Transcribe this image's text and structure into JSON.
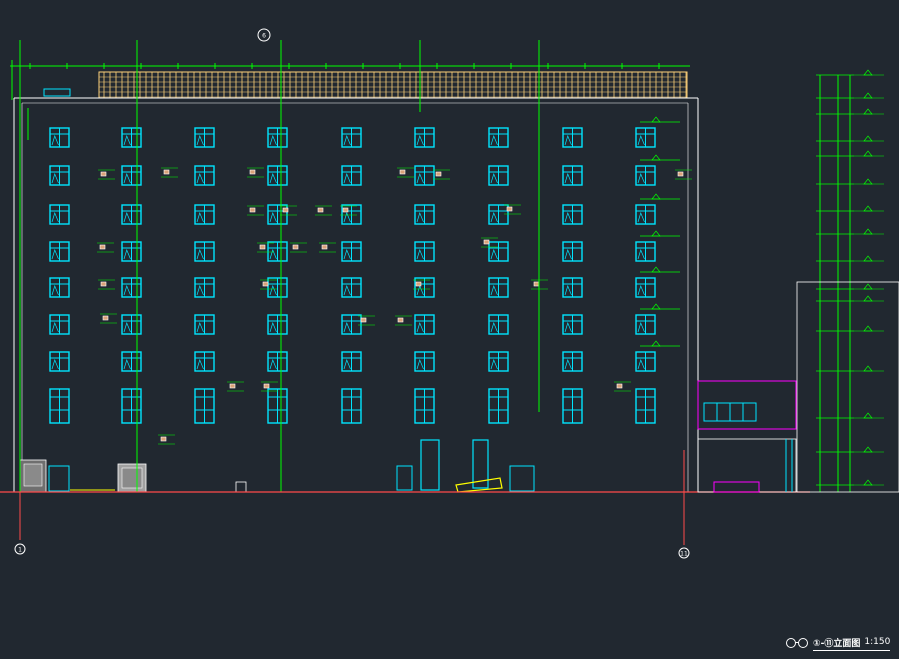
{
  "drawing": {
    "title": "①-⑪立面图",
    "scale": "1:150"
  },
  "axis_bubbles": {
    "left": "1",
    "right": "11",
    "top": "6"
  },
  "colors": {
    "background": "#212830",
    "window": "#00e5ff",
    "dimension": "#00ff00",
    "outline": "#ffffff",
    "roof": "#ffd27a",
    "magenta": "#ff00ff",
    "baseline": "#ff4a4a",
    "text": "#ffffff",
    "label": "#ffff00"
  },
  "icons": {
    "axis_bubble": "circle-axis-marker-icon",
    "level_marker": "triangle-level-marker-icon"
  }
}
